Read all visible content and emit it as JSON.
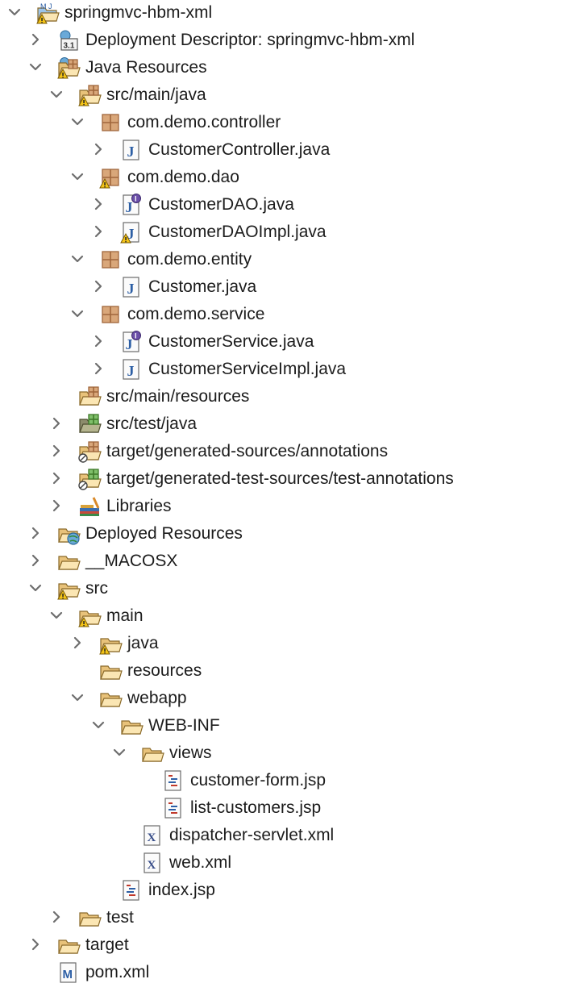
{
  "tree": {
    "rows": [
      {
        "label": "springmvc-hbm-xml",
        "depth": 0,
        "arrow": "down",
        "icon": "project-icon",
        "warn": true,
        "name": "project-root"
      },
      {
        "label": "Deployment Descriptor: springmvc-hbm-xml",
        "depth": 1,
        "arrow": "right",
        "icon": "deployment-descriptor-icon",
        "warn": false,
        "name": "deployment-descriptor"
      },
      {
        "label": "Java Resources",
        "depth": 1,
        "arrow": "down",
        "icon": "java-resources-icon",
        "warn": true,
        "name": "java-resources"
      },
      {
        "label": "src/main/java",
        "depth": 2,
        "arrow": "down",
        "icon": "source-folder-icon",
        "warn": true,
        "name": "src-main-java"
      },
      {
        "label": "com.demo.controller",
        "depth": 3,
        "arrow": "down",
        "icon": "package-icon",
        "warn": false,
        "name": "package-controller"
      },
      {
        "label": "CustomerController.java",
        "depth": 4,
        "arrow": "right",
        "icon": "java-file-icon",
        "warn": false,
        "name": "file-customer-controller"
      },
      {
        "label": "com.demo.dao",
        "depth": 3,
        "arrow": "down",
        "icon": "package-icon",
        "warn": true,
        "name": "package-dao"
      },
      {
        "label": "CustomerDAO.java",
        "depth": 4,
        "arrow": "right",
        "icon": "java-interface-icon",
        "warn": false,
        "name": "file-customer-dao"
      },
      {
        "label": "CustomerDAOImpl.java",
        "depth": 4,
        "arrow": "right",
        "icon": "java-file-icon",
        "warn": true,
        "name": "file-customer-dao-impl"
      },
      {
        "label": "com.demo.entity",
        "depth": 3,
        "arrow": "down",
        "icon": "package-icon",
        "warn": false,
        "name": "package-entity"
      },
      {
        "label": "Customer.java",
        "depth": 4,
        "arrow": "right",
        "icon": "java-file-icon",
        "warn": false,
        "name": "file-customer"
      },
      {
        "label": "com.demo.service",
        "depth": 3,
        "arrow": "down",
        "icon": "package-icon",
        "warn": false,
        "name": "package-service"
      },
      {
        "label": "CustomerService.java",
        "depth": 4,
        "arrow": "right",
        "icon": "java-interface-icon",
        "warn": false,
        "name": "file-customer-service"
      },
      {
        "label": "CustomerServiceImpl.java",
        "depth": 4,
        "arrow": "right",
        "icon": "java-file-icon",
        "warn": false,
        "name": "file-customer-service-impl"
      },
      {
        "label": "src/main/resources",
        "depth": 2,
        "arrow": "none",
        "icon": "source-folder-icon",
        "warn": false,
        "name": "src-main-resources"
      },
      {
        "label": "src/test/java",
        "depth": 2,
        "arrow": "right",
        "icon": "test-source-folder-icon",
        "warn": false,
        "name": "src-test-java"
      },
      {
        "label": "target/generated-sources/annotations",
        "depth": 2,
        "arrow": "right",
        "icon": "generated-source-folder-icon",
        "warn": false,
        "name": "generated-sources"
      },
      {
        "label": "target/generated-test-sources/test-annotations",
        "depth": 2,
        "arrow": "right",
        "icon": "generated-test-folder-icon",
        "warn": false,
        "name": "generated-test-sources"
      },
      {
        "label": "Libraries",
        "depth": 2,
        "arrow": "right",
        "icon": "libraries-icon",
        "warn": false,
        "name": "libraries"
      },
      {
        "label": "Deployed Resources",
        "depth": 1,
        "arrow": "right",
        "icon": "deployed-resources-icon",
        "warn": false,
        "name": "deployed-resources"
      },
      {
        "label": "__MACOSX",
        "depth": 1,
        "arrow": "right",
        "icon": "folder-icon",
        "warn": false,
        "name": "folder-macosx"
      },
      {
        "label": "src",
        "depth": 1,
        "arrow": "down",
        "icon": "folder-icon",
        "warn": true,
        "name": "folder-src"
      },
      {
        "label": "main",
        "depth": 2,
        "arrow": "down",
        "icon": "folder-icon",
        "warn": true,
        "name": "folder-main"
      },
      {
        "label": "java",
        "depth": 3,
        "arrow": "right",
        "icon": "folder-icon",
        "warn": true,
        "name": "folder-java"
      },
      {
        "label": "resources",
        "depth": 3,
        "arrow": "none",
        "icon": "folder-icon",
        "warn": false,
        "name": "folder-resources"
      },
      {
        "label": "webapp",
        "depth": 3,
        "arrow": "down",
        "icon": "folder-icon",
        "warn": false,
        "name": "folder-webapp"
      },
      {
        "label": "WEB-INF",
        "depth": 4,
        "arrow": "down",
        "icon": "folder-icon",
        "warn": false,
        "name": "folder-web-inf"
      },
      {
        "label": "views",
        "depth": 5,
        "arrow": "down",
        "icon": "folder-icon",
        "warn": false,
        "name": "folder-views"
      },
      {
        "label": "customer-form.jsp",
        "depth": 6,
        "arrow": "none",
        "icon": "jsp-file-icon",
        "warn": false,
        "name": "file-customer-form-jsp"
      },
      {
        "label": "list-customers.jsp",
        "depth": 6,
        "arrow": "none",
        "icon": "jsp-file-icon",
        "warn": false,
        "name": "file-list-customers-jsp"
      },
      {
        "label": "dispatcher-servlet.xml",
        "depth": 5,
        "arrow": "none",
        "icon": "xml-file-icon",
        "warn": false,
        "name": "file-dispatcher-servlet-xml"
      },
      {
        "label": "web.xml",
        "depth": 5,
        "arrow": "none",
        "icon": "xml-file-icon",
        "warn": false,
        "name": "file-web-xml"
      },
      {
        "label": "index.jsp",
        "depth": 4,
        "arrow": "none",
        "icon": "jsp-file-icon",
        "warn": false,
        "name": "file-index-jsp"
      },
      {
        "label": "test",
        "depth": 2,
        "arrow": "right",
        "icon": "folder-icon",
        "warn": false,
        "name": "folder-test"
      },
      {
        "label": "target",
        "depth": 1,
        "arrow": "right",
        "icon": "folder-icon",
        "warn": false,
        "name": "folder-target"
      },
      {
        "label": "pom.xml",
        "depth": 1,
        "arrow": "none",
        "icon": "maven-pom-icon",
        "warn": false,
        "name": "file-pom-xml"
      }
    ]
  },
  "colors": {
    "text": "#1c1c1c",
    "arrow": "#6e6e6e",
    "folder": "#e8c27a",
    "package": "#a0673c",
    "java_blue": "#2d5fa5",
    "warning": "#f5c518"
  }
}
